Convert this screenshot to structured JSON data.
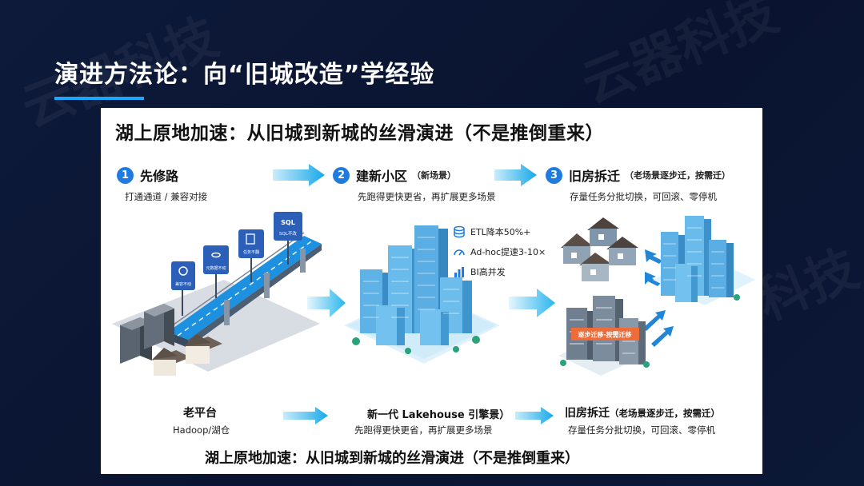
{
  "slide": {
    "title": "演进方法论：向“旧城改造”学经验",
    "watermark": "云器科技"
  },
  "panel": {
    "title": "湖上原地加速：从旧城到新城的丝滑演进（不是推倒重来）",
    "footer": "湖上原地加速：从旧城到新城的丝滑演进（不是推倒重来）"
  },
  "steps": [
    {
      "num": "1",
      "title": "先修路",
      "note": "",
      "subtitle": "打通通道 / 兼容对接"
    },
    {
      "num": "2",
      "title": "建新小区",
      "note": "（新场景）",
      "subtitle": "先跑得更快更省，再扩展更多场景"
    },
    {
      "num": "3",
      "title": "旧房拆迁",
      "note": "（老场景逐步迁，按需迁）",
      "subtitle": "存量任务分批切换，可回滚、零停机"
    }
  ],
  "signs": [
    {
      "text": "兼容不动"
    },
    {
      "text": "元数据不动"
    },
    {
      "text": "任务不翻"
    },
    {
      "text": "SQL",
      "text2": "SQL不改"
    }
  ],
  "metrics": [
    {
      "icon": "database-icon",
      "text": "ETL降本50%+"
    },
    {
      "icon": "speedometer-icon",
      "text": "Ad-hoc提速3-10×"
    },
    {
      "icon": "bar-chart-icon",
      "text": "BI高并发"
    }
  ],
  "banner": "逐步迁移·按需迁移",
  "bottom": [
    {
      "title": "老平台",
      "note": "",
      "subtitle": "Hadoop/湖仓"
    },
    {
      "title": "新一代 Lakehouse 引擎景）",
      "note": "",
      "subtitle": "先跑得更快更省，再扩展更多场景"
    },
    {
      "title": "旧房拆迁",
      "note": "（老场景逐步迁，按需迁）",
      "subtitle": "存量任务分批切换，可回滚、零停机"
    }
  ],
  "colors": {
    "accent": "#1ea7ff",
    "step_badge": "#1f7be0",
    "building": "#5fb2e6",
    "banner": "#ee6b3a"
  }
}
